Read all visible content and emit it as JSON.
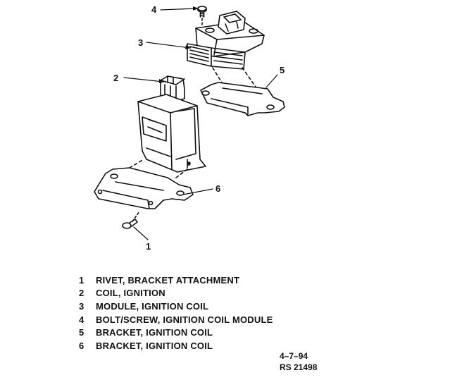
{
  "callouts": [
    "1",
    "2",
    "3",
    "4",
    "5",
    "6"
  ],
  "legend": [
    {
      "number": "1",
      "description": "RIVET, BRACKET ATTACHMENT"
    },
    {
      "number": "2",
      "description": "COIL, IGNITION"
    },
    {
      "number": "3",
      "description": "MODULE, IGNITION COIL"
    },
    {
      "number": "4",
      "description": "BOLT/SCREW, IGNITION COIL MODULE"
    },
    {
      "number": "5",
      "description": "BRACKET, IGNITION COIL"
    },
    {
      "number": "6",
      "description": "BRACKET, IGNITION COIL"
    }
  ],
  "footer": {
    "date": "4–7–94",
    "ref": "RS 21498"
  }
}
